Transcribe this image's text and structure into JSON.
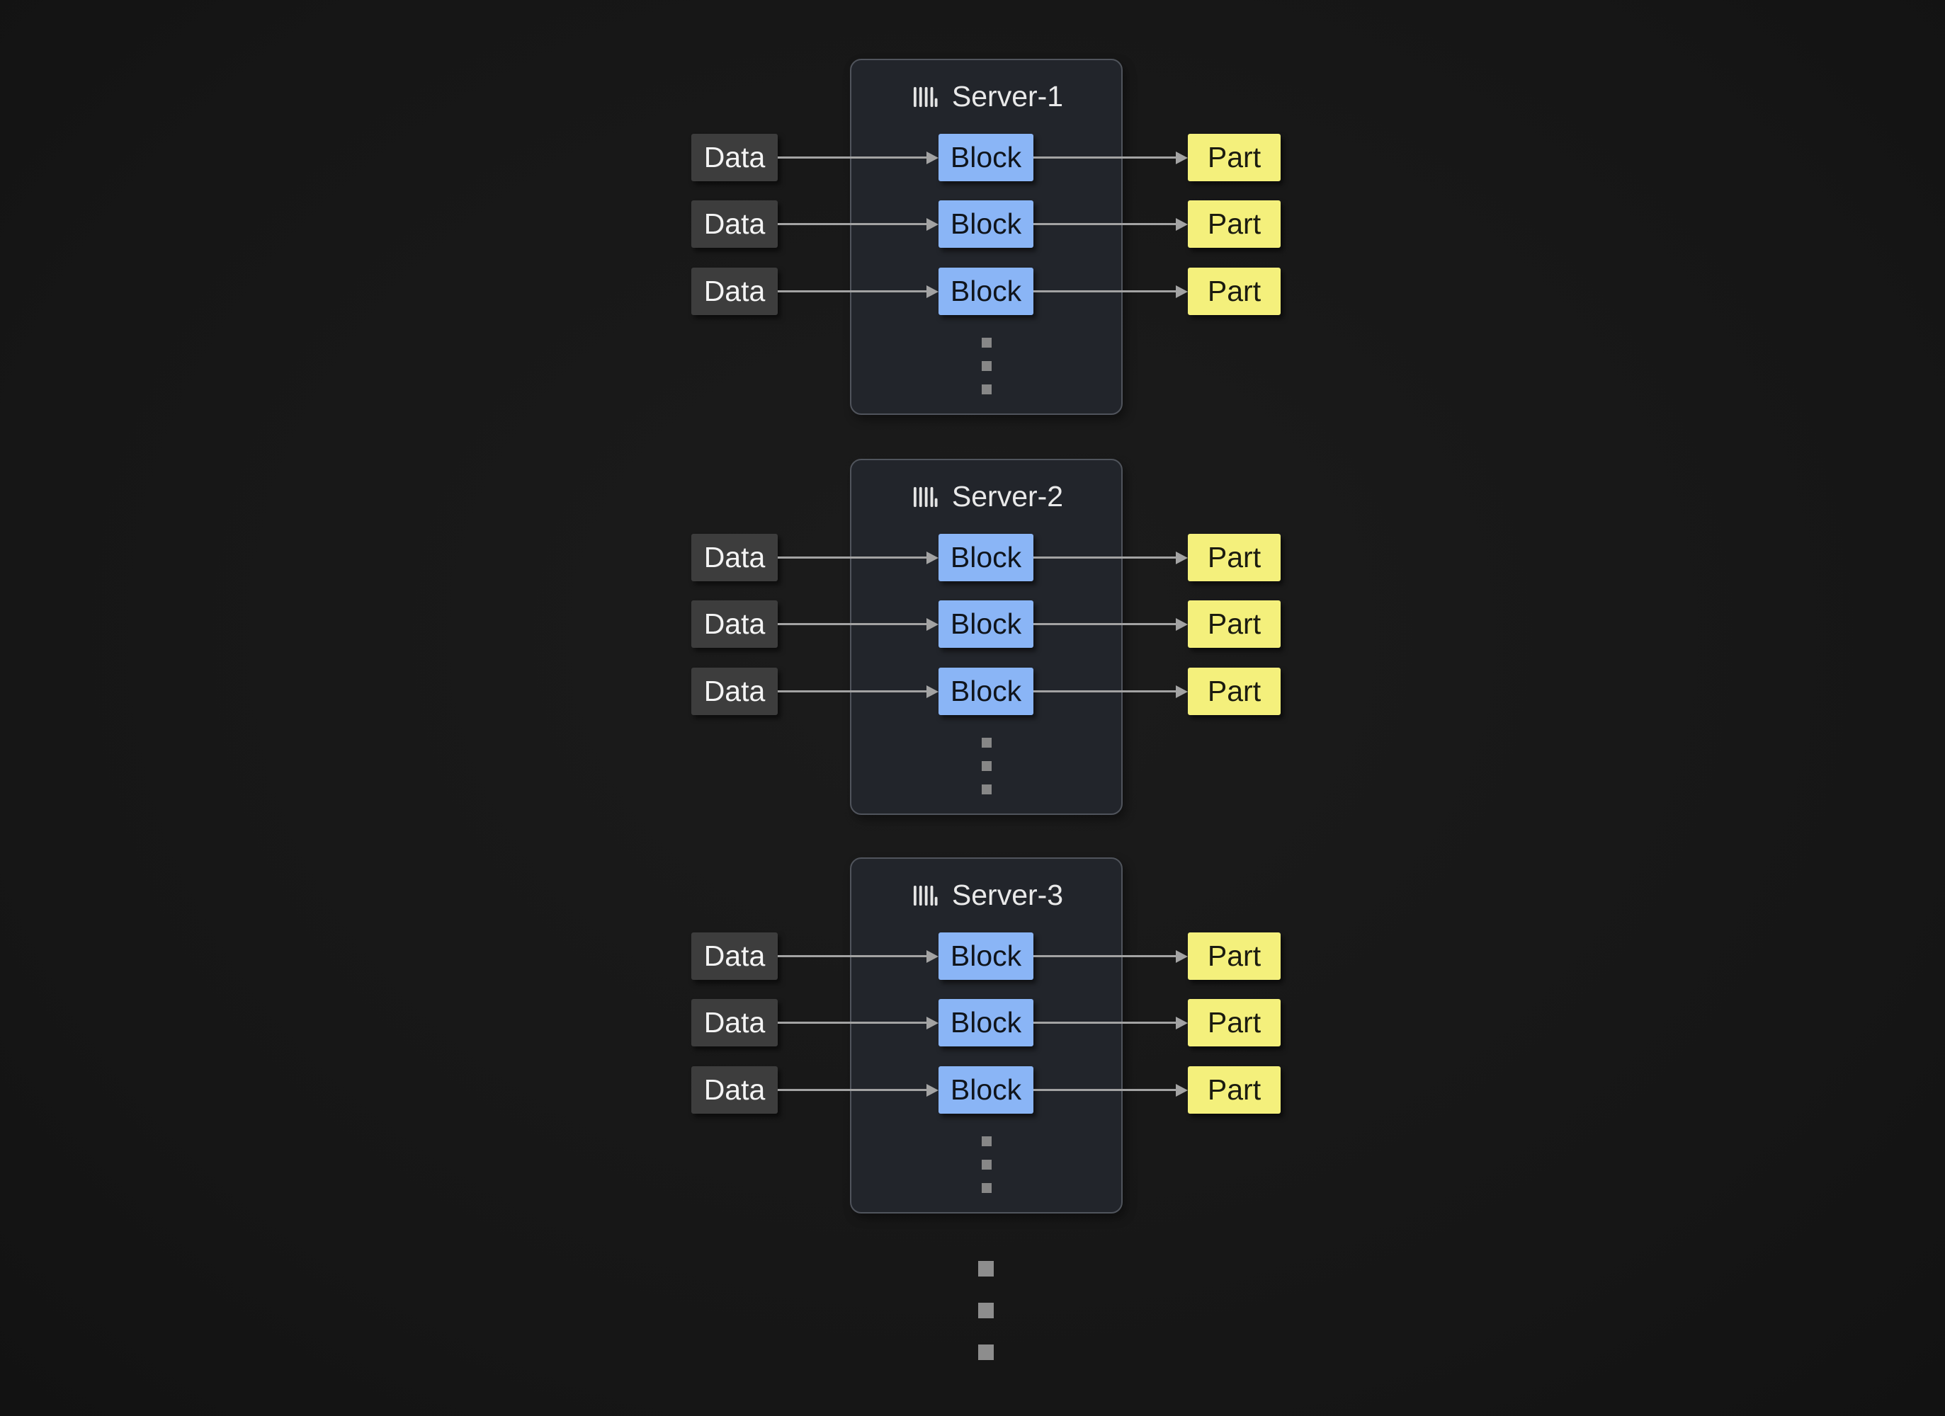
{
  "diagram": {
    "background": "#181818",
    "groups": [
      {
        "server": {
          "label": "Server-1",
          "icon": "server-icon"
        },
        "rows": [
          {
            "data": "Data",
            "block": "Block",
            "part": "Part"
          },
          {
            "data": "Data",
            "block": "Block",
            "part": "Part"
          },
          {
            "data": "Data",
            "block": "Block",
            "part": "Part"
          }
        ]
      },
      {
        "server": {
          "label": "Server-2",
          "icon": "server-icon"
        },
        "rows": [
          {
            "data": "Data",
            "block": "Block",
            "part": "Part"
          },
          {
            "data": "Data",
            "block": "Block",
            "part": "Part"
          },
          {
            "data": "Data",
            "block": "Block",
            "part": "Part"
          }
        ]
      },
      {
        "server": {
          "label": "Server-3",
          "icon": "server-icon"
        },
        "rows": [
          {
            "data": "Data",
            "block": "Block",
            "part": "Part"
          },
          {
            "data": "Data",
            "block": "Block",
            "part": "Part"
          },
          {
            "data": "Data",
            "block": "Block",
            "part": "Part"
          }
        ]
      }
    ],
    "colors": {
      "data_node": "#3d3d3d",
      "data_text": "#f4f4f4",
      "block_node": "#8ab5f6",
      "block_text": "#10151c",
      "part_node": "#f4f07c",
      "part_text": "#1b1b10",
      "server_fill": "#22252b",
      "server_border": "#50545c",
      "arrow": "#a3a3a3",
      "ellipsis": "#8a8a8a"
    }
  }
}
